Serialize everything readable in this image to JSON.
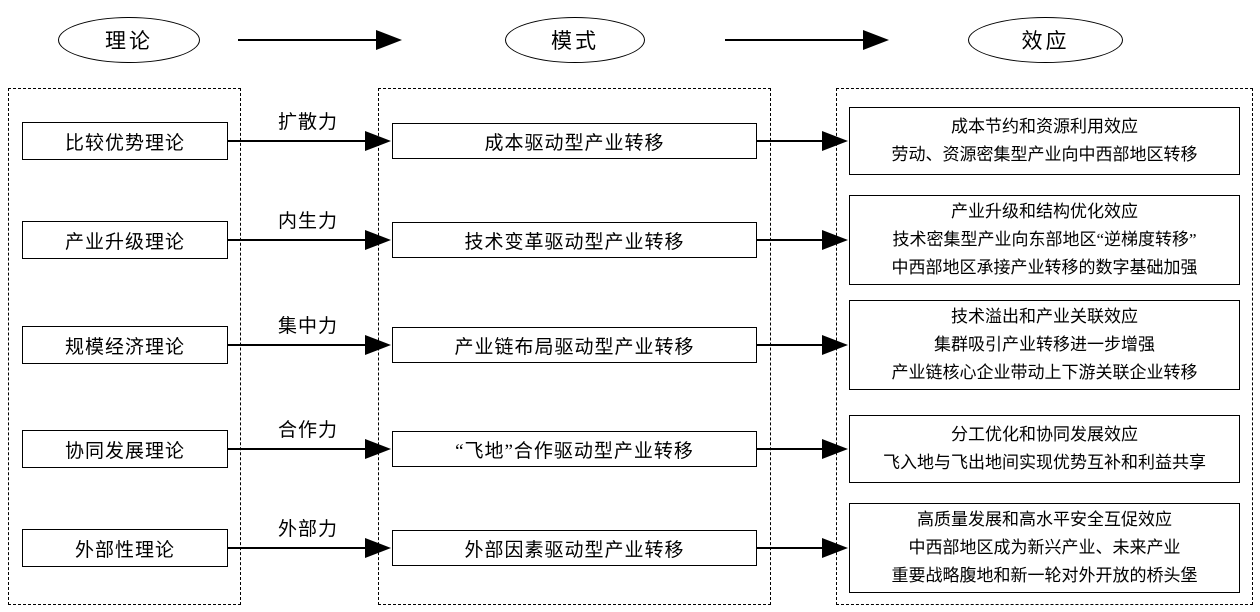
{
  "header": {
    "theory": "理论",
    "mode": "模式",
    "effect": "效应"
  },
  "rows": [
    {
      "theory": "比较优势理论",
      "force": "扩散力",
      "mode": "成本驱动型产业转移",
      "effects": [
        "成本节约和资源利用效应",
        "劳动、资源密集型产业向中西部地区转移"
      ]
    },
    {
      "theory": "产业升级理论",
      "force": "内生力",
      "mode": "技术变革驱动型产业转移",
      "effects": [
        "产业升级和结构优化效应",
        "技术密集型产业向东部地区“逆梯度转移”",
        "中西部地区承接产业转移的数字基础加强"
      ]
    },
    {
      "theory": "规模经济理论",
      "force": "集中力",
      "mode": "产业链布局驱动型产业转移",
      "effects": [
        "技术溢出和产业关联效应",
        "集群吸引产业转移进一步增强",
        "产业链核心企业带动上下游关联企业转移"
      ]
    },
    {
      "theory": "协同发展理论",
      "force": "合作力",
      "mode": "“飞地”合作驱动型产业转移",
      "effects": [
        "分工优化和协同发展效应",
        "飞入地与飞出地间实现优势互补和利益共享"
      ]
    },
    {
      "theory": "外部性理论",
      "force": "外部力",
      "mode": "外部因素驱动型产业转移",
      "effects": [
        "高质量发展和高水平安全互促效应",
        "中西部地区成为新兴产业、未来产业",
        "重要战略腹地和新一轮对外开放的桥头堡"
      ]
    }
  ]
}
